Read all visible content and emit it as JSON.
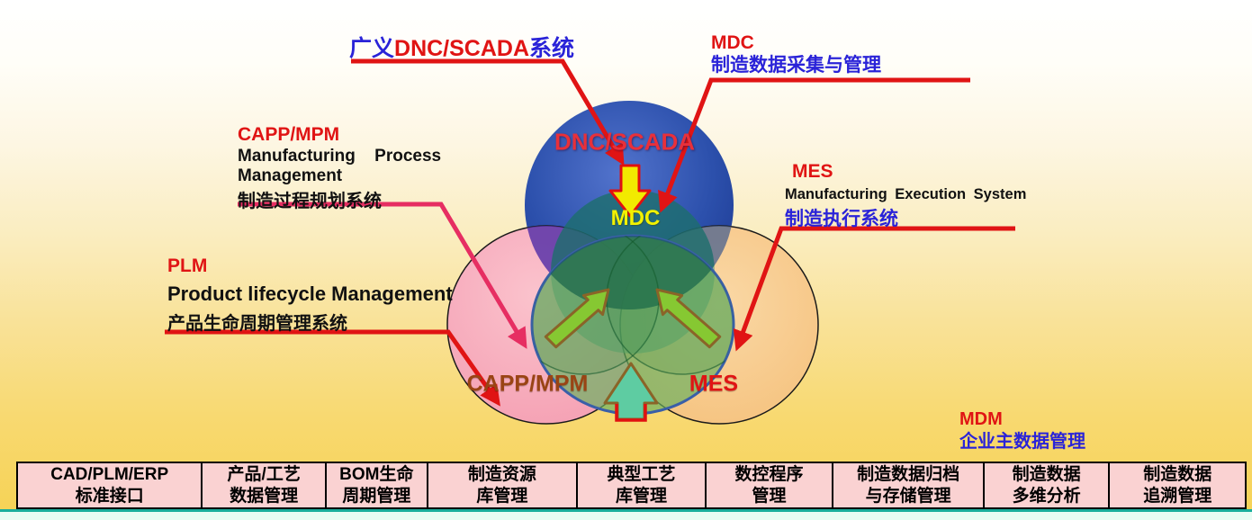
{
  "callouts": {
    "dnc": {
      "prefix": "广义",
      "highlight": "DNC/SCADA",
      "suffix": "系统"
    },
    "mdc": {
      "title": "MDC",
      "subtitle_zh": "制造数据采集与管理"
    },
    "capp": {
      "title": "CAPP/MPM",
      "subtitle_en_line1": "Manufacturing Process",
      "subtitle_en_line2": "Management",
      "subtitle_zh": "制造过程规划系统"
    },
    "plm": {
      "title": "PLM",
      "subtitle_en": "Product lifecycle Management",
      "subtitle_zh": "产品生命周期管理系统"
    },
    "mes": {
      "title": "MES",
      "subtitle_en": "Manufacturing Execution System",
      "subtitle_zh": "制造执行系统"
    },
    "mdm": {
      "title": "MDM",
      "subtitle_zh": "企业主数据管理"
    }
  },
  "venn": {
    "labels": {
      "dnc_scada": "DNC/SCADA",
      "mdc": "MDC",
      "capp_mpm": "CAPP/MPM",
      "mes": "MES"
    }
  },
  "table": {
    "cells": [
      {
        "line1": "CAD/PLM/ERP",
        "line2": "标准接口"
      },
      {
        "line1": "产品/工艺",
        "line2": "数据管理"
      },
      {
        "line1": "BOM生命",
        "line2": "周期管理"
      },
      {
        "line1": "制造资源",
        "line2": "库管理"
      },
      {
        "line1": "典型工艺",
        "line2": "库管理"
      },
      {
        "line1": "数控程序",
        "line2": "管理"
      },
      {
        "line1": "制造数据归档",
        "line2": "与存储管理"
      },
      {
        "line1": "制造数据",
        "line2": "多维分析"
      },
      {
        "line1": "制造数据",
        "line2": "追溯管理"
      }
    ]
  },
  "colors": {
    "accent_red": "#e01414",
    "accent_crimson": "#e62e62",
    "accent_blue_text": "#2a23d8",
    "circle_blue": "#2c50ac",
    "circle_pink": "#f5a0b6",
    "circle_orange": "#f6c27e",
    "circle_green": "#69af5f",
    "table_bg": "#fad2d2",
    "teal_strip": "#1aae9c",
    "yellow_arrow": "#f2ea00",
    "green_arrow": "#86c832",
    "cyan_arrow": "#5ecca2"
  }
}
